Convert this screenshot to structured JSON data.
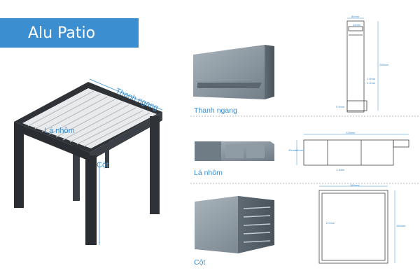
{
  "title": "Alu Patio",
  "labels": {
    "beam_3d": "Thanh ngang",
    "louver_3d": "Lá nhôm",
    "post_3d": "Cột",
    "beam": "Thanh ngang",
    "louver": "Lá nhôm",
    "post": "Cột"
  },
  "dims": {
    "beam_top": "80mm",
    "beam_inner": "10mm",
    "beam_h": "265mm",
    "beam_t1": "1.6mm",
    "beam_t2": "2.2mm",
    "beam_bot": "0.9mm",
    "louver_w": "225mm",
    "louver_h": "40mm",
    "louver_h2": "46mm",
    "louver_t": "1.3mm",
    "post_w": "180mm",
    "post_h": "180mm",
    "post_t": "2.0mm"
  },
  "colors": {
    "accent": "#3b8fd0",
    "frame": "#2f3338",
    "profile": "#8a97a1",
    "dashed": "#9aa3aa"
  }
}
